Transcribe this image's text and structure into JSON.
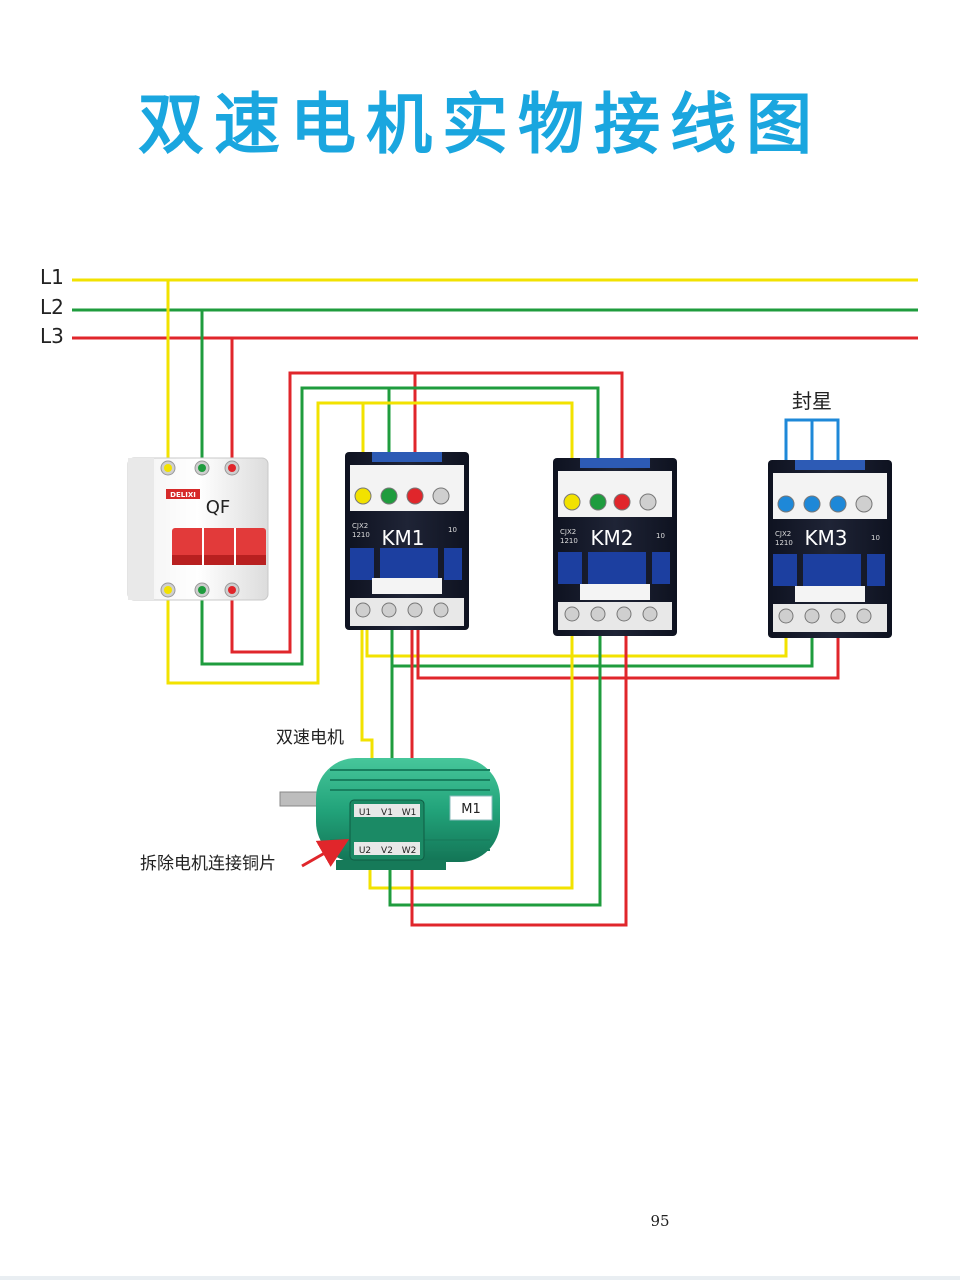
{
  "title": "双速电机实物接线图",
  "page_number": "95",
  "lines": {
    "l1": "L1",
    "l2": "L2",
    "l3": "L3"
  },
  "breaker": {
    "label": "QF",
    "brand": "DELIXI"
  },
  "contactors": {
    "km1": {
      "label": "KM1",
      "model": "CJX2",
      "rating": "1210",
      "aux": "10"
    },
    "km2": {
      "label": "KM2",
      "model": "CJX2",
      "rating": "1210",
      "aux": "10"
    },
    "km3": {
      "label": "KM3",
      "model": "CJX2",
      "rating": "1210",
      "aux": "10"
    }
  },
  "star_label": "封星",
  "motor": {
    "caption": "双速电机",
    "nameplate": "M1",
    "terminals_top": [
      "U1",
      "V1",
      "W1"
    ],
    "terminals_bottom": [
      "U2",
      "V2",
      "W2"
    ]
  },
  "callout": "拆除电机连接铜片",
  "colors": {
    "title": "#1aa6df",
    "wire_l1": "#f2e200",
    "wire_l2": "#1f9c3e",
    "wire_l3": "#e0262b",
    "wire_star": "#1e88d8",
    "contactor_body": "#141826",
    "motor": "#22a37a"
  },
  "icons": {
    "breaker": "circuit-breaker-icon",
    "contactor": "contactor-icon",
    "motor": "electric-motor-icon",
    "callout": "red-arrow-icon"
  }
}
